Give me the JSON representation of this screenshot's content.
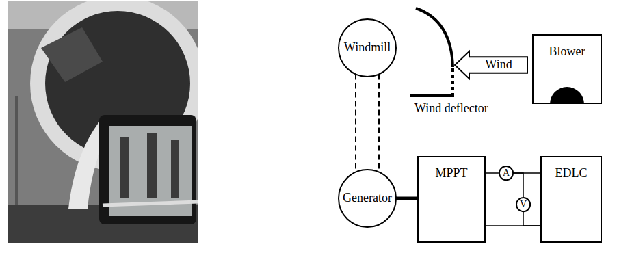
{
  "diagram": {
    "nodes": [
      {
        "text": [
          "Windmill"
        ]
      },
      {
        "text": [
          "Wind"
        ]
      },
      {
        "text": [
          "Blower"
        ]
      },
      {
        "text": [
          "Generator"
        ]
      },
      {
        "text": [
          "MPPT"
        ]
      },
      {
        "text": [
          "A"
        ]
      },
      {
        "text": [
          "V"
        ]
      },
      {
        "text": [
          "EDLC"
        ]
      }
    ],
    "edges": [
      {
        "from": 0,
        "to": 3,
        "arrow": "none"
      },
      {
        "from": 3,
        "to": 4,
        "arrow": "none"
      },
      {
        "from": 4,
        "to": 5,
        "arrow": "none"
      },
      {
        "from": 5,
        "to": 7,
        "arrow": "none"
      },
      {
        "from": 5,
        "to": 6,
        "arrow": "none"
      },
      {
        "from": 6,
        "to": 7,
        "arrow": "none"
      },
      {
        "from": 4,
        "to": 7,
        "arrow": "none"
      }
    ],
    "labels": [
      "Wind deflector"
    ]
  }
}
